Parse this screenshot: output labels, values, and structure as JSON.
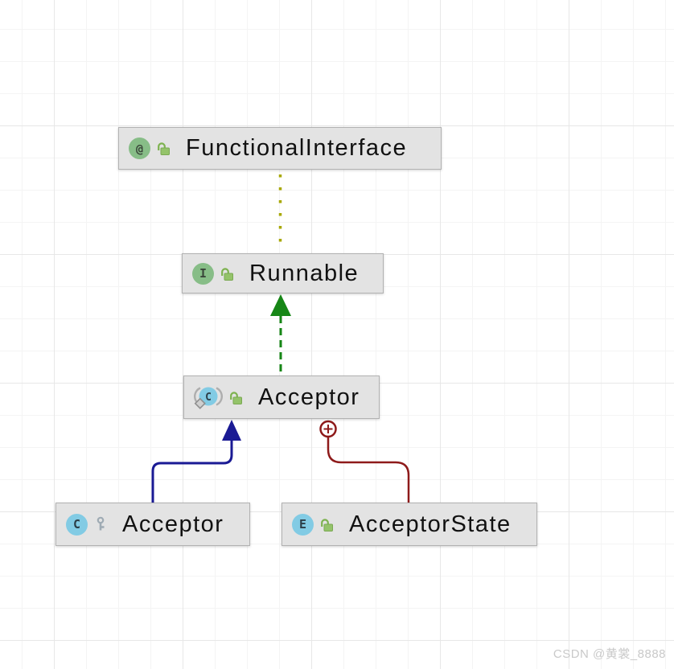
{
  "diagram": {
    "kind": "uml-class-diagram",
    "nodes": {
      "functional_interface": {
        "label": "FunctionalInterface",
        "kind": "annotation",
        "kind_letter": "@",
        "visibility": "public"
      },
      "runnable": {
        "label": "Runnable",
        "kind": "interface",
        "kind_letter": "I",
        "visibility": "public"
      },
      "acceptor_inner": {
        "label": "Acceptor",
        "kind": "class",
        "kind_letter": "C",
        "visibility": "public"
      },
      "acceptor_outer": {
        "label": "Acceptor",
        "kind": "class",
        "kind_letter": "C",
        "visibility": "package-private"
      },
      "acceptor_state": {
        "label": "AcceptorState",
        "kind": "enum",
        "kind_letter": "E",
        "visibility": "public"
      }
    },
    "edges": {
      "annotation": {
        "from": "Runnable",
        "to": "FunctionalInterface",
        "type": "annotated-by",
        "style": "dotted",
        "color": "#a8a800"
      },
      "implements": {
        "from": "Acceptor",
        "to": "Runnable",
        "type": "implements",
        "style": "dashed-arrow",
        "color": "#168616"
      },
      "extends": {
        "from": "Acceptor",
        "to": "Acceptor",
        "type": "extends",
        "style": "solid-arrow",
        "color": "#1a1a94"
      },
      "inner_class": {
        "from": "AcceptorState",
        "to": "Acceptor",
        "type": "inner-class",
        "style": "solid-circle-plus",
        "color": "#8e1a1a"
      }
    },
    "colors": {
      "node_background": "#e3e3e3",
      "node_border": "#b2b2b2",
      "class_icon": "#82cbe4",
      "interface_icon": "#87bd87",
      "lock_icon": "#8cbf62",
      "key_icon": "#9fabb4",
      "grid_minor": "#f4f4f4",
      "grid_major": "#e7e7e7"
    },
    "watermark": "CSDN @黄裳_8888"
  }
}
